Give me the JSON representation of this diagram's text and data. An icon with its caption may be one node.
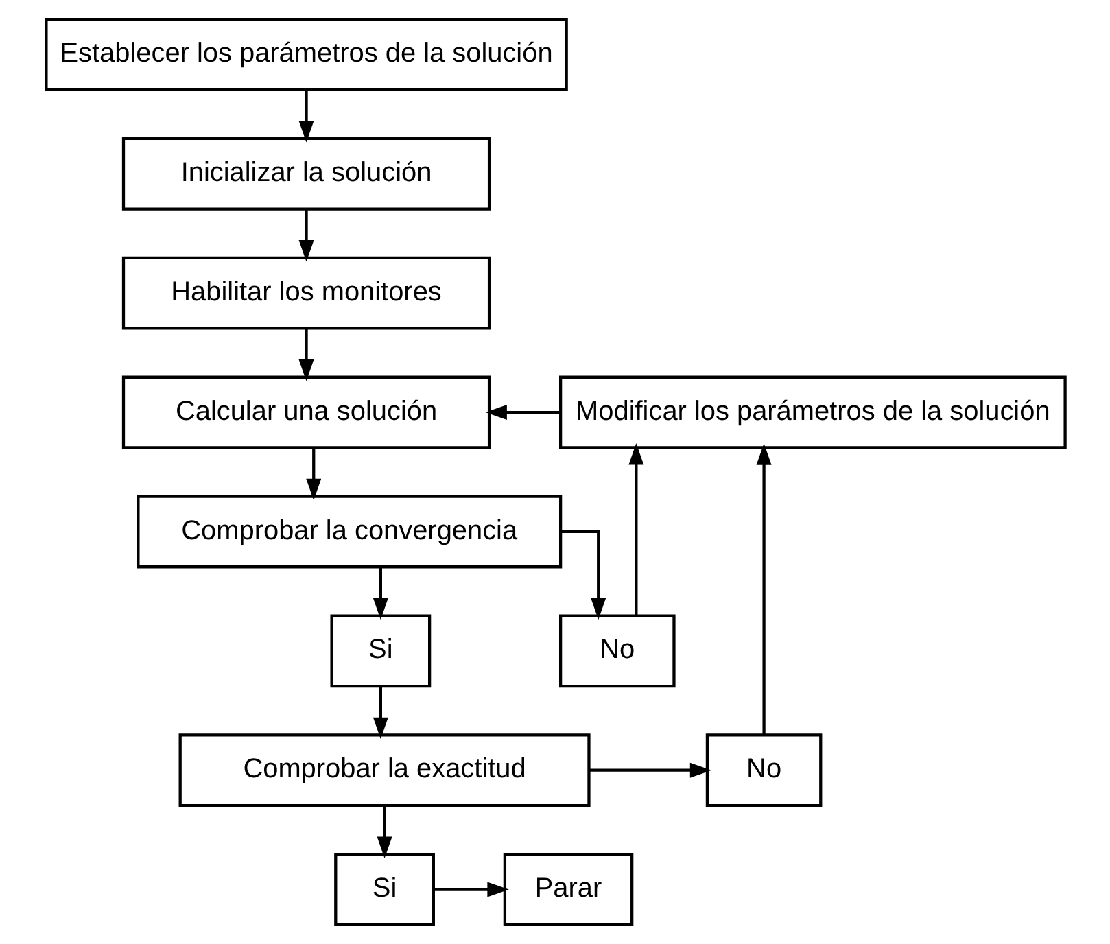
{
  "diagram": {
    "nodes": [
      {
        "text": [
          "Establecer los parámetros de la solución"
        ]
      },
      {
        "text": [
          "Inicializar la solución"
        ]
      },
      {
        "text": [
          "Habilitar los monitores"
        ]
      },
      {
        "text": [
          "Calcular una solución"
        ]
      },
      {
        "text": [
          "Modificar los parámetros de la solución"
        ]
      },
      {
        "text": [
          "Comprobar la convergencia"
        ]
      },
      {
        "text": [
          "Si"
        ]
      },
      {
        "text": [
          "No"
        ]
      },
      {
        "text": [
          "Comprobar la exactitud"
        ]
      },
      {
        "text": [
          "No"
        ]
      },
      {
        "text": [
          "Si"
        ]
      },
      {
        "text": [
          "Parar"
        ]
      }
    ],
    "edges": [
      {
        "from": 0,
        "to": 1,
        "arrow": "to"
      },
      {
        "from": 1,
        "to": 2,
        "arrow": "to"
      },
      {
        "from": 2,
        "to": 3,
        "arrow": "to"
      },
      {
        "from": 4,
        "to": 3,
        "arrow": "to"
      },
      {
        "from": 3,
        "to": 5,
        "arrow": "to"
      },
      {
        "from": 5,
        "to": 6,
        "arrow": "to"
      },
      {
        "from": 5,
        "to": 7,
        "arrow": "to"
      },
      {
        "from": 7,
        "to": 4,
        "arrow": "to"
      },
      {
        "from": 6,
        "to": 8,
        "arrow": "to"
      },
      {
        "from": 8,
        "to": 9,
        "arrow": "to"
      },
      {
        "from": 9,
        "to": 4,
        "arrow": "to"
      },
      {
        "from": 8,
        "to": 10,
        "arrow": "to"
      },
      {
        "from": 10,
        "to": 11,
        "arrow": "to"
      }
    ]
  }
}
